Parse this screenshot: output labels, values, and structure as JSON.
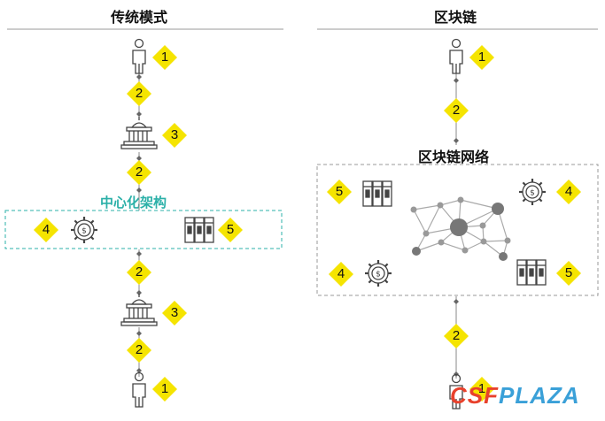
{
  "titles": {
    "traditional": "传统模式",
    "blockchain": "区块链",
    "network": "区块链网络",
    "centralized": "中心化架构"
  },
  "left_badges": [
    "1",
    "2",
    "3",
    "2",
    "4",
    "5",
    "2",
    "3",
    "2",
    "1"
  ],
  "right_badges": [
    "1",
    "2",
    "5",
    "4",
    "4",
    "5",
    "2",
    "1"
  ],
  "watermark": {
    "prefix": "CSF",
    "suffix": "PLAZA"
  },
  "colors": {
    "badge": "#f5e400",
    "teal": "#2bb0a8",
    "icon_stroke": "#444444",
    "node": "#999999",
    "node_big": "#777777",
    "dashed_gray": "#999999",
    "watermark_red": "#e8412c",
    "watermark_blue": "#3aa0d8"
  },
  "icons": [
    "person-icon",
    "government-building-icon",
    "gear-dollar-icon",
    "ledger-books-icon",
    "network-nodes-icon"
  ]
}
